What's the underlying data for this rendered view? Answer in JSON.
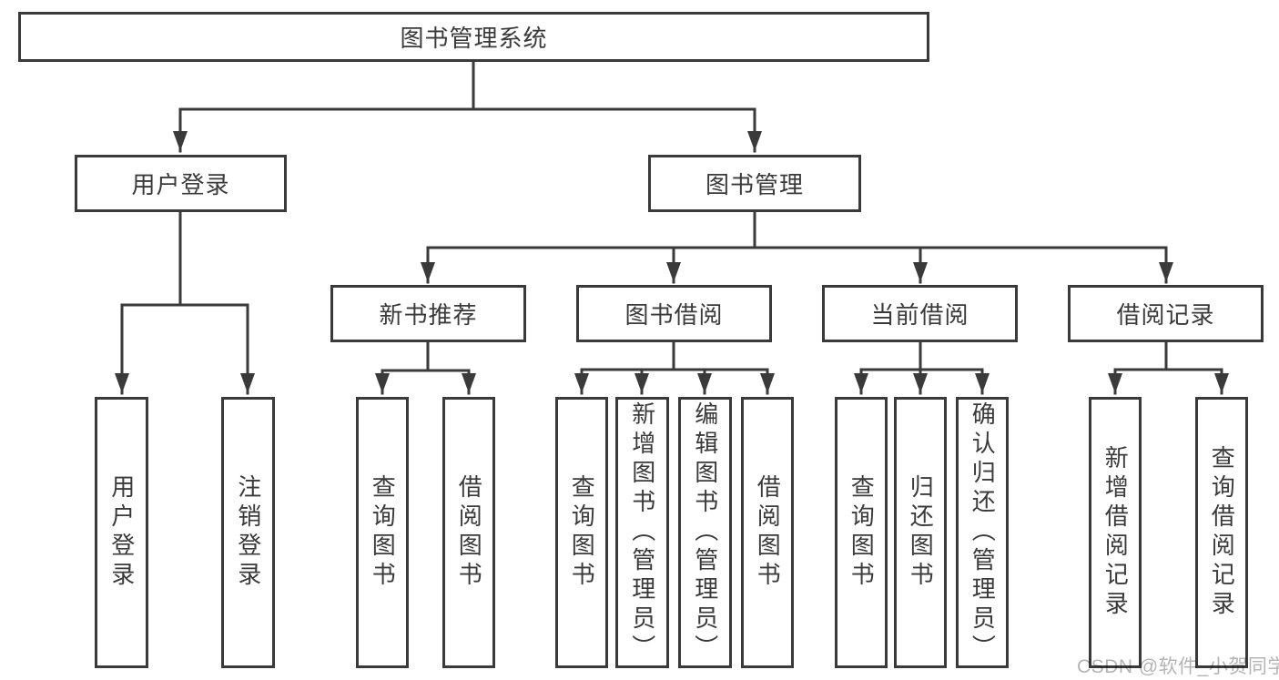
{
  "colors": {
    "line": "#3a3a3a",
    "text": "#3a3a3a",
    "background": "#ffffff",
    "watermark": "#b4b4b4"
  },
  "watermark": {
    "text": "CSDN @软件_小贺同学"
  },
  "tree": {
    "root": {
      "label": "图书管理系统",
      "children": [
        {
          "label": "用户登录",
          "children": [
            {
              "label": "用户登录"
            },
            {
              "label": "注销登录"
            }
          ]
        },
        {
          "label": "图书管理",
          "children": [
            {
              "label": "新书推荐",
              "children": [
                {
                  "label": "查询图书"
                },
                {
                  "label": "借阅图书"
                }
              ]
            },
            {
              "label": "图书借阅",
              "children": [
                {
                  "label": "查询图书"
                },
                {
                  "label": "新增图书（管理员）"
                },
                {
                  "label": "编辑图书（管理员）"
                },
                {
                  "label": "借阅图书"
                }
              ]
            },
            {
              "label": "当前借阅",
              "children": [
                {
                  "label": "查询图书"
                },
                {
                  "label": "归还图书"
                },
                {
                  "label": "确认归还（管理员）"
                }
              ]
            },
            {
              "label": "借阅记录",
              "children": [
                {
                  "label": "新增借阅记录"
                },
                {
                  "label": "查询借阅记录"
                }
              ]
            }
          ]
        }
      ]
    }
  }
}
